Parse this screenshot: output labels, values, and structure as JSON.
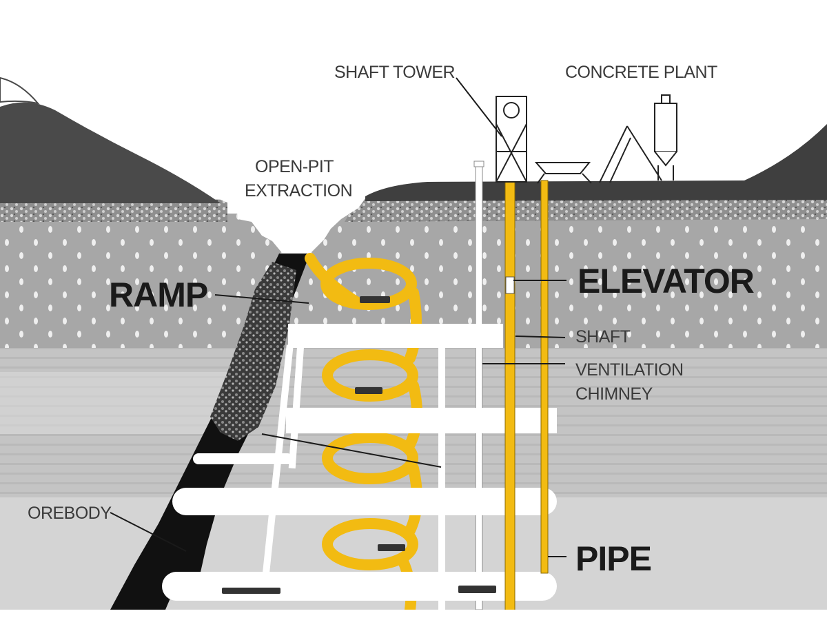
{
  "labels": {
    "shaft_tower": "SHAFT TOWER",
    "concrete_plant": "CONCRETE PLANT",
    "open_pit_line1": "OPEN-PIT",
    "open_pit_line2": "EXTRACTION",
    "ramp": "RAMP",
    "elevator": "ELEVATOR",
    "shaft": "SHAFT",
    "ventilation_line1": "VENTILATION",
    "ventilation_line2": "CHIMNEY",
    "orebody": "OREBODY",
    "pipe": "PIPE"
  },
  "colors": {
    "ground_dark": "#4a4a4a",
    "layer_gravel": "#9a9a9a",
    "layer_mid": "#a9a9a9",
    "layer_light": "#c8c8c8",
    "layer_lowest": "#d6d6d6",
    "pipe_yellow": "#f2bb12",
    "orebody": "#111111",
    "tunnel": "#ffffff"
  }
}
